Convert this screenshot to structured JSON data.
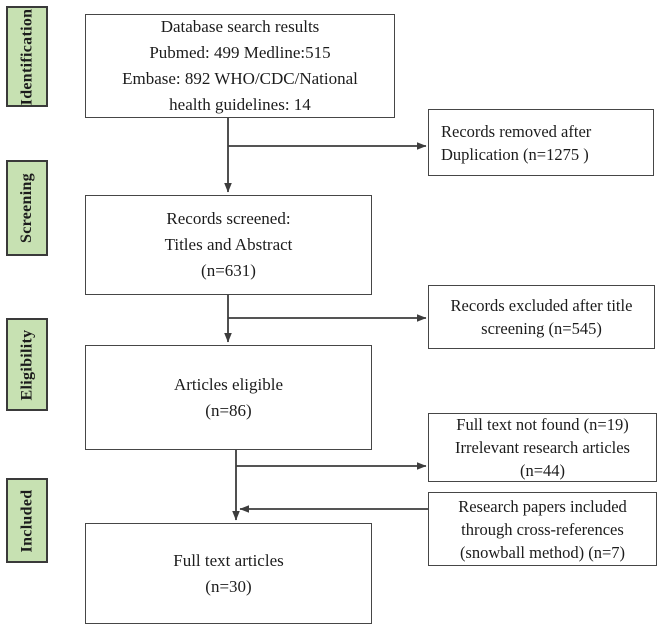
{
  "stages": [
    {
      "label": "Identification"
    },
    {
      "label": "Screening"
    },
    {
      "label": "Eligibility"
    },
    {
      "label": "Included"
    }
  ],
  "main_boxes": [
    {
      "id": "database-search",
      "lines": [
        "Database search results",
        "Pubmed: 499 Medline:515",
        "Embase: 892 WHO/CDC/National",
        "health guidelines: 14"
      ]
    },
    {
      "id": "records-screened",
      "lines": [
        "Records screened:",
        "Titles and Abstract",
        "(n=631)"
      ]
    },
    {
      "id": "articles-eligible",
      "lines": [
        "Articles eligible",
        "(n=86)"
      ]
    },
    {
      "id": "full-text-articles",
      "lines": [
        "Full text articles",
        "(n=30)"
      ]
    }
  ],
  "side_boxes": [
    {
      "id": "records-removed-duplication",
      "lines": [
        "Records removed after",
        "Duplication (n=1275 )"
      ]
    },
    {
      "id": "records-excluded-title",
      "lines": [
        "Records excluded after title",
        "screening (n=545)"
      ]
    },
    {
      "id": "full-text-not-found",
      "lines": [
        "Full text not found (n=19)",
        "Irrelevant research articles",
        "(n=44)"
      ]
    },
    {
      "id": "cross-references-snowball",
      "lines": [
        "Research papers included",
        "through cross-references",
        "(snowball method) (n=7)"
      ]
    }
  ],
  "colors": {
    "stage_fill": "#c7e1b2",
    "stage_border": "#3a3a3a",
    "box_border": "#464646",
    "connector": "#3d3d3d",
    "text": "#1c1c1c"
  }
}
